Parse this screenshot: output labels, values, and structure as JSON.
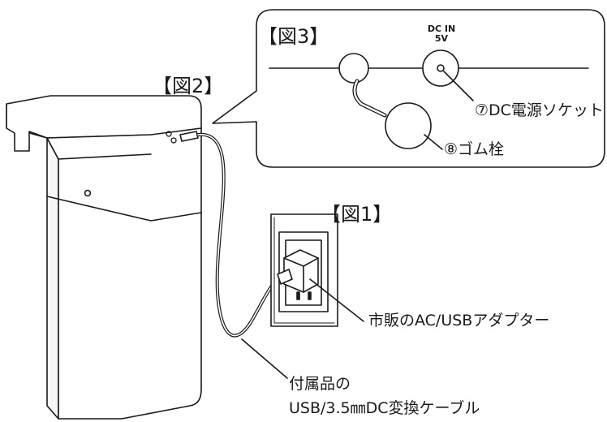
{
  "figures": {
    "fig1": "【図1】",
    "fig2": "【図2】",
    "fig3": "【図3】"
  },
  "socket": {
    "line1": "DC IN",
    "line2": "5V"
  },
  "callouts": {
    "dc_socket": "⑦DC電源ソケット",
    "rubber_plug": "⑧ゴム栓",
    "adapter": "市販のAC/USBアダプター",
    "cable_line1": "付属品の",
    "cable_line2": "USB/3.5㎜DC変換ケーブル"
  },
  "colors": {
    "line": "#1a1a1a",
    "background": "#ffffff",
    "device_panel": "#f7f7f7"
  }
}
